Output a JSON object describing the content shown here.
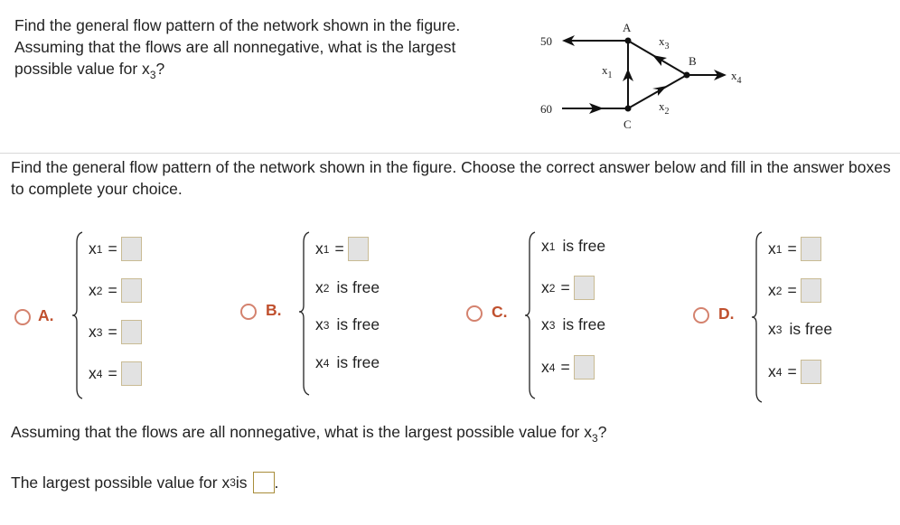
{
  "question": {
    "line1": "Find the general flow pattern of the network shown in the figure.",
    "line2": "Assuming that the flows are all nonnegative, what is the largest",
    "line3_prefix": "possible value for x",
    "line3_sub": "3",
    "line3_suffix": "?"
  },
  "diagram": {
    "nodes": [
      "A",
      "B",
      "C"
    ],
    "inflow_label": "60",
    "outflow_label": "50",
    "edges": [
      {
        "label": "x",
        "sub": "1",
        "from": "C",
        "to": "A"
      },
      {
        "label": "x",
        "sub": "2",
        "from": "C",
        "to": "B"
      },
      {
        "label": "x",
        "sub": "3",
        "from": "B",
        "to": "A"
      },
      {
        "label": "x",
        "sub": "4",
        "from": "B",
        "to": "out"
      }
    ]
  },
  "instructions": "Find the general flow pattern of the network shown in the figure. Choose the correct answer below and fill in the answer boxes to complete your choice.",
  "options": [
    {
      "letter": "A.",
      "rows": [
        {
          "var": "x",
          "sub": "1",
          "type": "box"
        },
        {
          "var": "x",
          "sub": "2",
          "type": "box"
        },
        {
          "var": "x",
          "sub": "3",
          "type": "box"
        },
        {
          "var": "x",
          "sub": "4",
          "type": "box"
        }
      ]
    },
    {
      "letter": "B.",
      "rows": [
        {
          "var": "x",
          "sub": "1",
          "type": "box"
        },
        {
          "var": "x",
          "sub": "2",
          "type": "free"
        },
        {
          "var": "x",
          "sub": "3",
          "type": "free"
        },
        {
          "var": "x",
          "sub": "4",
          "type": "free"
        }
      ]
    },
    {
      "letter": "C.",
      "rows": [
        {
          "var": "x",
          "sub": "1",
          "type": "free"
        },
        {
          "var": "x",
          "sub": "2",
          "type": "box"
        },
        {
          "var": "x",
          "sub": "3",
          "type": "free"
        },
        {
          "var": "x",
          "sub": "4",
          "type": "box"
        }
      ]
    },
    {
      "letter": "D.",
      "rows": [
        {
          "var": "x",
          "sub": "1",
          "type": "box"
        },
        {
          "var": "x",
          "sub": "2",
          "type": "box"
        },
        {
          "var": "x",
          "sub": "3",
          "type": "free"
        },
        {
          "var": "x",
          "sub": "4",
          "type": "box"
        }
      ]
    }
  ],
  "labels": {
    "equals": "=",
    "is_free": "is free"
  },
  "final_question": {
    "prefix": "Assuming that the flows are all nonnegative, what is the largest possible value for x",
    "sub": "3",
    "suffix": "?"
  },
  "final_answer": {
    "prefix": "The largest possible value for x",
    "sub": "3",
    "mid": " is",
    "suffix": "."
  },
  "colors": {
    "accent": "#c0502e",
    "radio_border": "#d4826e",
    "box_fill": "#e2e2e2",
    "box_border": "#c9bb94"
  }
}
